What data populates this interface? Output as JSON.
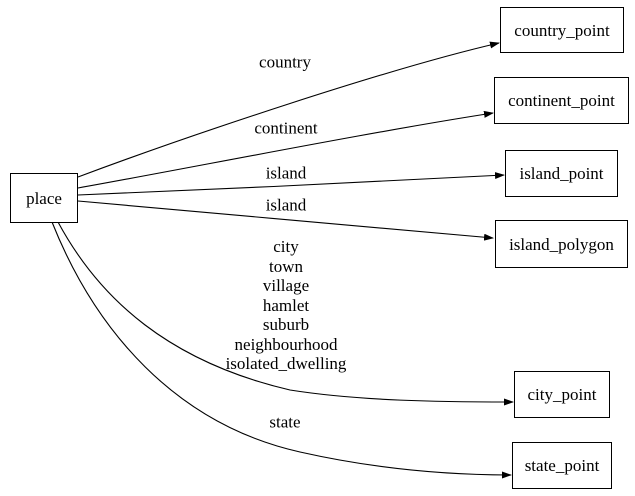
{
  "diagram": {
    "background_color": "#ffffff",
    "line_color": "#000000",
    "nodes": {
      "place": {
        "label": "place"
      },
      "country_point": {
        "label": "country_point"
      },
      "continent_point": {
        "label": "continent_point"
      },
      "island_point": {
        "label": "island_point"
      },
      "island_polygon": {
        "label": "island_polygon"
      },
      "city_point": {
        "label": "city_point"
      },
      "state_point": {
        "label": "state_point"
      }
    },
    "edges": [
      {
        "from": "place",
        "to": "country_point",
        "label": "country"
      },
      {
        "from": "place",
        "to": "continent_point",
        "label": "continent"
      },
      {
        "from": "place",
        "to": "island_point",
        "label": "island"
      },
      {
        "from": "place",
        "to": "island_polygon",
        "label": "island"
      },
      {
        "from": "place",
        "to": "city_point",
        "labels": [
          "city",
          "town",
          "village",
          "hamlet",
          "suburb",
          "neighbourhood",
          "isolated_dwelling"
        ]
      },
      {
        "from": "place",
        "to": "state_point",
        "label": "state"
      }
    ]
  }
}
